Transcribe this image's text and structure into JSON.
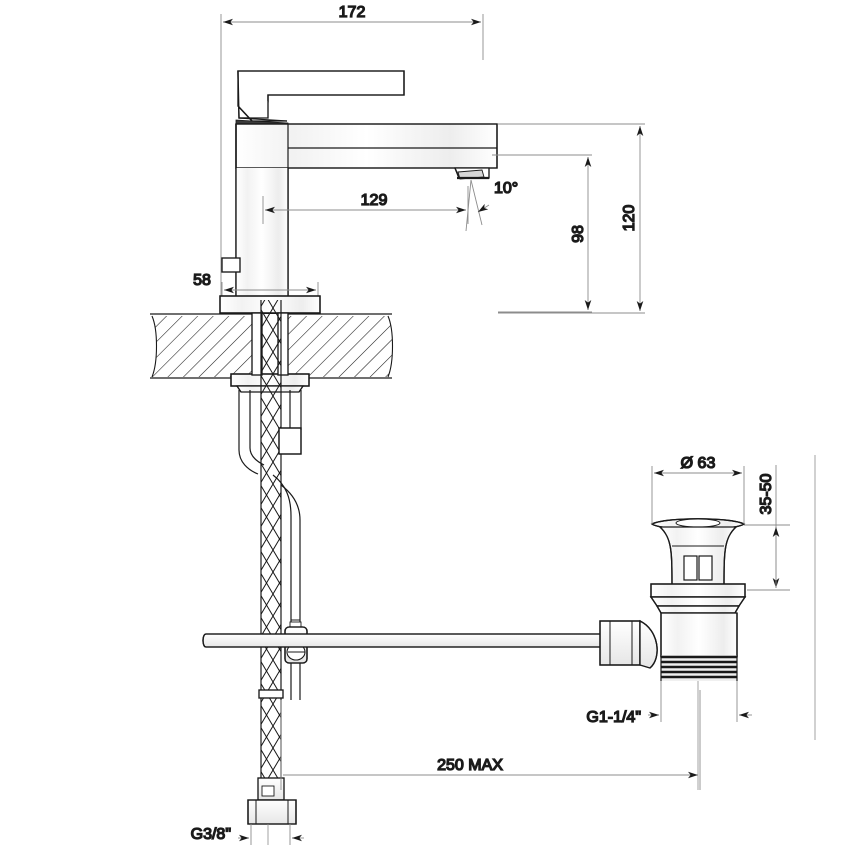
{
  "drawing": {
    "title": "Single-lever basin mixer with pop-up waste — dimensioned technical drawing",
    "units": "mm",
    "line_color": "#1a1a1a",
    "dim_line_color": "#8c8c8c",
    "text_color": "#1a1a1a",
    "background": "#ffffff"
  },
  "dimensions": {
    "overall_width": "172",
    "spout_reach": "129",
    "spout_outlet_angle": "10°",
    "spout_height": "98",
    "overall_height": "120",
    "base_diameter": "58",
    "drain_flange_diameter": "Ø 63",
    "basin_thickness_range": "35-50",
    "supply_hose_length": "250 MAX",
    "supply_thread": "G3/8\"",
    "waste_thread": "G1-1/4\""
  },
  "parts": {
    "lever_handle": "lever-handle",
    "spout_body": "spout-body",
    "aerator": "aerator-outlet",
    "mixer_column": "mixer-body-column",
    "base_flange": "base-flange",
    "countertop": "countertop-section",
    "fixing_nut": "underside-fixing-nut",
    "braided_hose": "braided-flexible-hose",
    "supply_connector": "g38-hex-connector",
    "lift_rod": "pop-up-lift-rod",
    "pivot_rod": "pop-up-pivot-rod",
    "clevis_clamp": "clevis-screw-clamp",
    "waste_body": "pop-up-waste-body",
    "waste_cap": "pop-up-waste-cap",
    "waste_flange": "waste-flange",
    "waste_thread_section": "waste-threaded-tailpiece",
    "ball_joint": "pivot-ball-joint-housing"
  }
}
